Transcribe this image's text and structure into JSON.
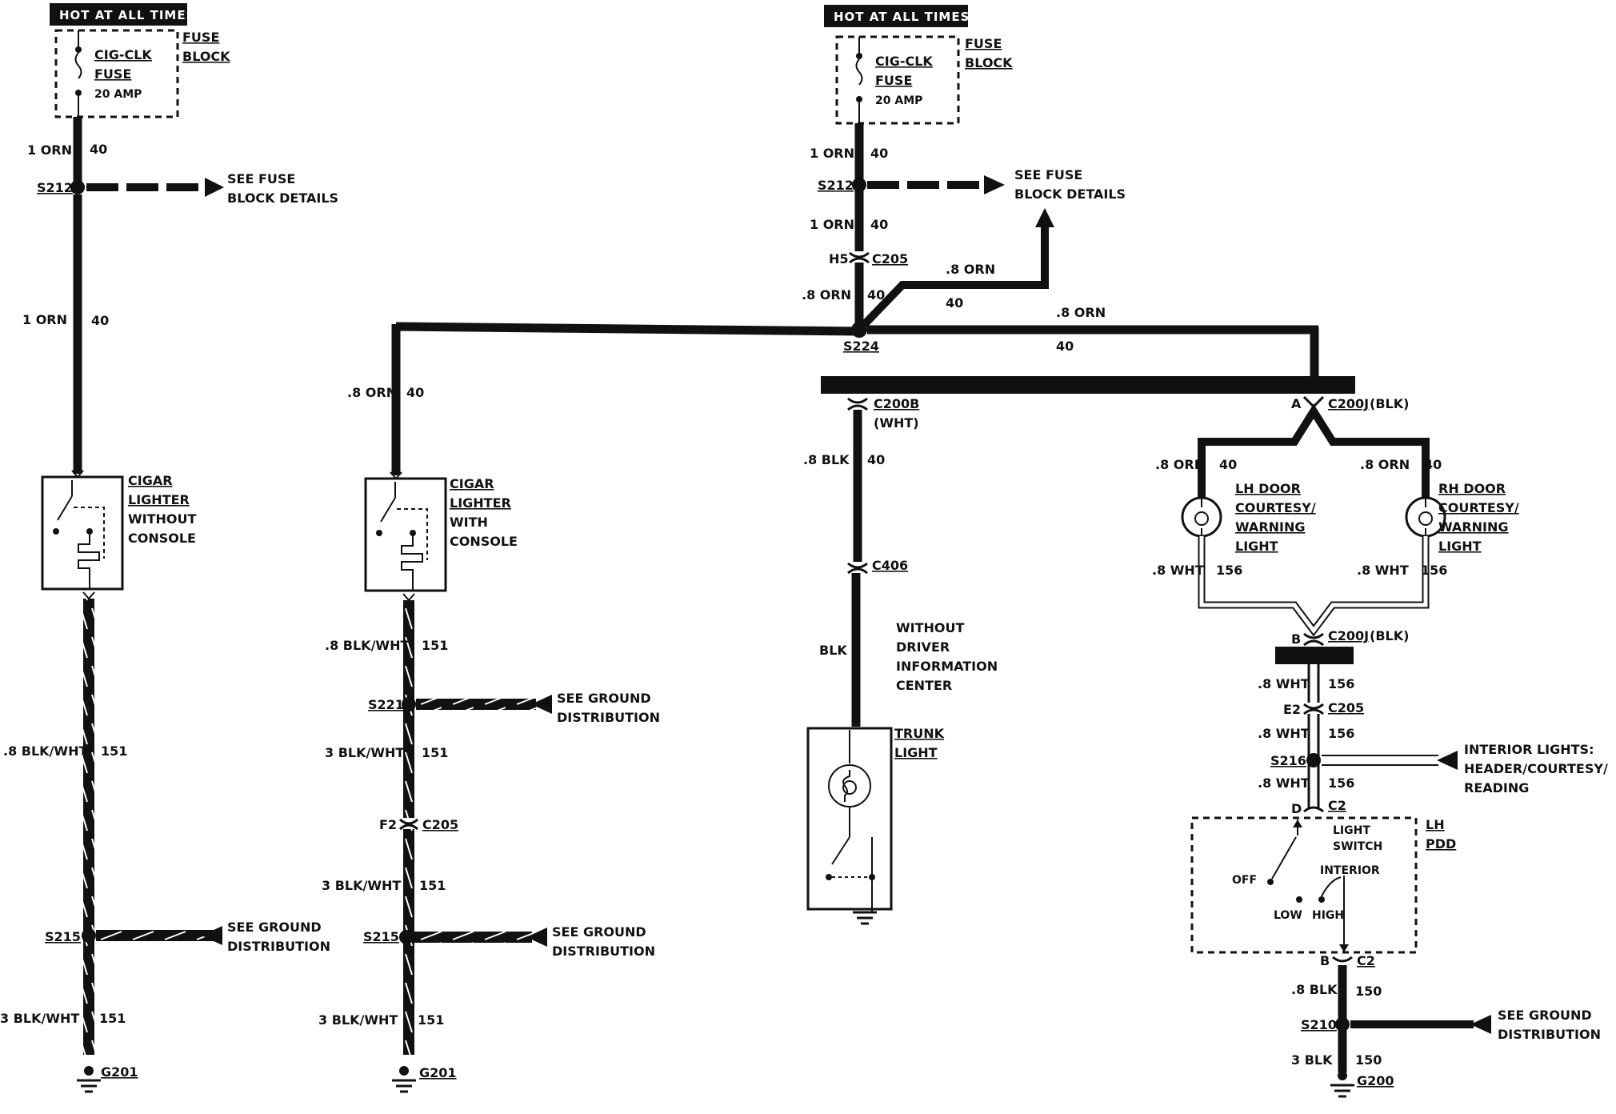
{
  "power": {
    "hot_label": "HOT AT ALL TIMES",
    "fuse_name_1": "CIG-CLK",
    "fuse_name_2": "FUSE",
    "fuse_rating": "20 AMP",
    "fuse_block_1": "FUSE",
    "fuse_block_2": "BLOCK"
  },
  "wires": {
    "orn_1": "1 ORN",
    "orn_08": ".8 ORN",
    "blk_wht_08": ".8 BLK/WHT",
    "blk_wht_3": "3 BLK/WHT",
    "blk_08": ".8 BLK",
    "blk": "BLK",
    "wht_08": ".8 WHT",
    "blk_3": "3 BLK",
    "c40": "40",
    "c151": "151",
    "c156": "156",
    "c150": "150"
  },
  "nodes": {
    "s212": "S212",
    "s224": "S224",
    "s221": "S221",
    "s215": "S215",
    "s216": "S216",
    "s210": "S210",
    "g201": "G201",
    "g200": "G200",
    "c205": "C205",
    "h5": "H5",
    "f2": "F2",
    "e2": "E2",
    "c200b": "C200B",
    "wht": "(WHT)",
    "c406": "C406",
    "c200j": "C200J",
    "blk_paren": "(BLK)",
    "pin_a": "A",
    "pin_b": "B",
    "pin_d": "D",
    "c2": "C2"
  },
  "refs": {
    "see_fuse_1": "SEE FUSE",
    "see_fuse_2": "BLOCK DETAILS",
    "see_ground_1": "SEE GROUND",
    "see_ground_2": "DISTRIBUTION",
    "interior_1": "INTERIOR LIGHTS:",
    "interior_2": "HEADER/COURTESY/",
    "interior_3": "READING"
  },
  "components": {
    "cigar_nc": [
      "CIGAR",
      "LIGHTER",
      "WITHOUT",
      "CONSOLE"
    ],
    "cigar_wc": [
      "CIGAR",
      "LIGHTER",
      "WITH",
      "CONSOLE"
    ],
    "without_dic": [
      "WITHOUT",
      "DRIVER",
      "INFORMATION",
      "CENTER"
    ],
    "trunk": [
      "TRUNK",
      "LIGHT"
    ],
    "lh_door": [
      "LH DOOR",
      "COURTESY/",
      "WARNING",
      "LIGHT"
    ],
    "rh_door": [
      "RH DOOR",
      "COURTESY/",
      "WARNING",
      "LIGHT"
    ],
    "lh_pdd": [
      "LH",
      "PDD"
    ],
    "switch_title": [
      "LIGHT",
      "SWITCH"
    ],
    "switch_off": "OFF",
    "switch_interior": "INTERIOR",
    "switch_low": "LOW",
    "switch_high": "HIGH"
  }
}
